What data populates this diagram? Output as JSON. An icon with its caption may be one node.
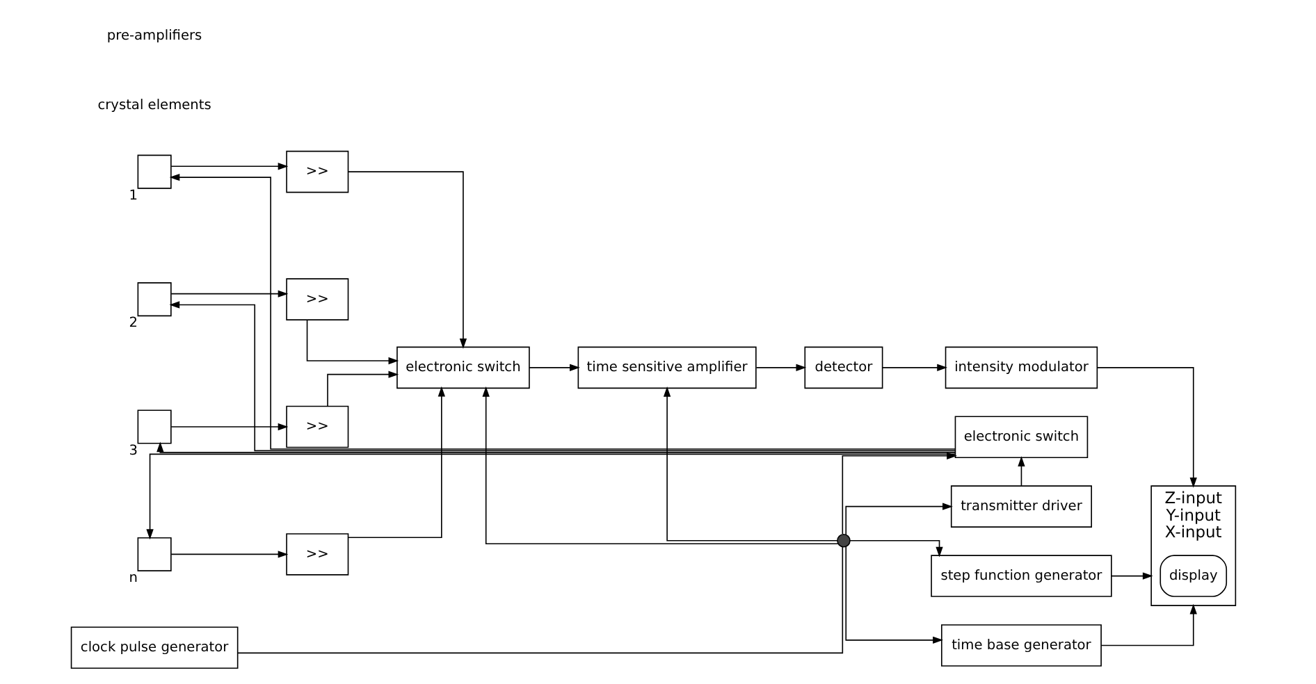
{
  "diagram": {
    "nodes": [
      {
        "text": [],
        "shape": "box",
        "beside": [
          "1"
        ]
      },
      {
        "text": [],
        "shape": "box",
        "beside": [
          "2"
        ]
      },
      {
        "text": [],
        "shape": "box",
        "beside": [
          "3"
        ]
      },
      {
        "text": [],
        "shape": "box",
        "beside": [
          "n"
        ]
      },
      {
        "text": [
          ">>"
        ]
      },
      {
        "text": [
          ">>"
        ]
      },
      {
        "text": [
          ">>"
        ]
      },
      {
        "text": [
          ">>"
        ]
      },
      {
        "text": [
          "electronic switch"
        ]
      },
      {
        "text": [
          "electronic switch"
        ]
      },
      {
        "text": [
          "time sensitive amplifier"
        ]
      },
      {
        "text": [
          "detector"
        ]
      },
      {
        "text": [
          "intensity modulator"
        ]
      },
      {
        "text": [
          "Z-input",
          "Y-input",
          "X-input"
        ]
      },
      {
        "text": [
          "display"
        ],
        "in": 13
      },
      {
        "text": [
          "clock pulse generator"
        ]
      },
      {
        "text": [],
        "shape": "circle"
      },
      {
        "text": [
          "transmitter driver"
        ]
      },
      {
        "text": [
          "step function generator"
        ]
      },
      {
        "text": [
          "time base generator"
        ]
      }
    ],
    "edges": [
      {
        "from": 0,
        "to": 4,
        "arrow": "to"
      },
      {
        "from": 1,
        "to": 5,
        "arrow": "to"
      },
      {
        "from": 2,
        "to": 6,
        "arrow": "to"
      },
      {
        "from": 3,
        "to": 7,
        "arrow": "to"
      },
      {
        "from": 4,
        "to": 8,
        "arrow": "to"
      },
      {
        "from": 5,
        "to": 8,
        "arrow": "to"
      },
      {
        "from": 6,
        "to": 8,
        "arrow": "to"
      },
      {
        "from": 7,
        "to": 8,
        "arrow": "to"
      },
      {
        "from": 9,
        "to": 0,
        "arrow": "to"
      },
      {
        "from": 9,
        "to": 1,
        "arrow": "to"
      },
      {
        "from": 9,
        "to": 2,
        "arrow": "to"
      },
      {
        "from": 9,
        "to": 3,
        "arrow": "to"
      },
      {
        "from": 8,
        "to": 10,
        "arrow": "to"
      },
      {
        "from": 10,
        "to": 11,
        "arrow": "to"
      },
      {
        "from": 11,
        "to": 12,
        "arrow": "to"
      },
      {
        "from": 12,
        "to": 13,
        "arrow": "to"
      },
      {
        "from": 15,
        "to": 16,
        "arrow": "none"
      },
      {
        "from": 16,
        "to": 10,
        "arrow": "to"
      },
      {
        "from": 16,
        "to": 8,
        "arrow": "to"
      },
      {
        "from": 16,
        "to": 9,
        "arrow": "to"
      },
      {
        "from": 16,
        "to": 17,
        "arrow": "to"
      },
      {
        "from": 16,
        "to": 18,
        "arrow": "to"
      },
      {
        "from": 16,
        "to": 19,
        "arrow": "to"
      },
      {
        "from": 17,
        "to": 9,
        "arrow": "to"
      },
      {
        "from": 18,
        "to": 13,
        "arrow": "to"
      },
      {
        "from": 19,
        "to": 13,
        "arrow": "to"
      }
    ],
    "labels": [
      "crystal elements",
      "pre-amplifiers"
    ]
  }
}
